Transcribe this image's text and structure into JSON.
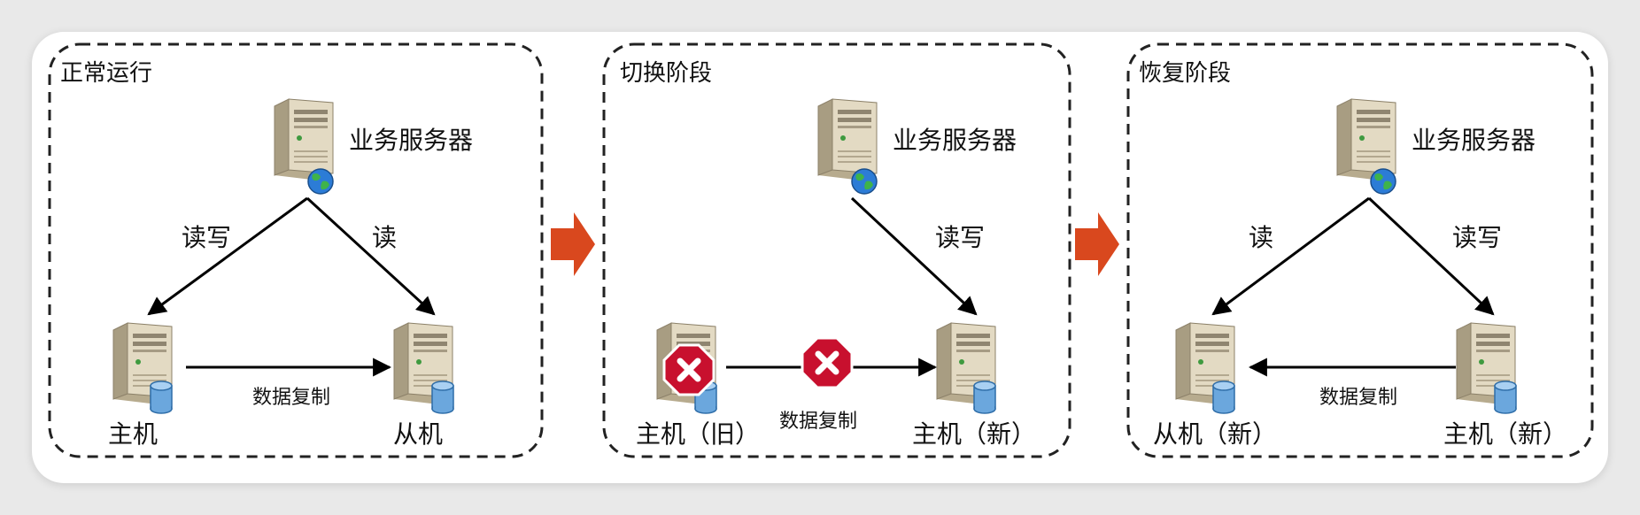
{
  "panels": [
    {
      "title": "正常运行",
      "business_server_label": "业务服务器",
      "left_server_label": "主机",
      "right_server_label": "从机",
      "left_edge_label": "读写",
      "right_edge_label": "读",
      "replication_label": "数据复制"
    },
    {
      "title": "切换阶段",
      "business_server_label": "业务服务器",
      "left_server_label": "主机（旧）",
      "right_server_label": "主机（新）",
      "right_edge_label": "读写",
      "replication_label": "数据复制"
    },
    {
      "title": "恢复阶段",
      "business_server_label": "业务服务器",
      "left_server_label": "从机（新）",
      "right_server_label": "主机（新）",
      "left_edge_label": "读",
      "right_edge_label": "读写",
      "replication_label": "数据复制"
    }
  ],
  "colors": {
    "stage_arrow": "#d9481e",
    "error_sign": "#c8102e",
    "server_body": "#d8cfb8",
    "border": "#222222"
  }
}
